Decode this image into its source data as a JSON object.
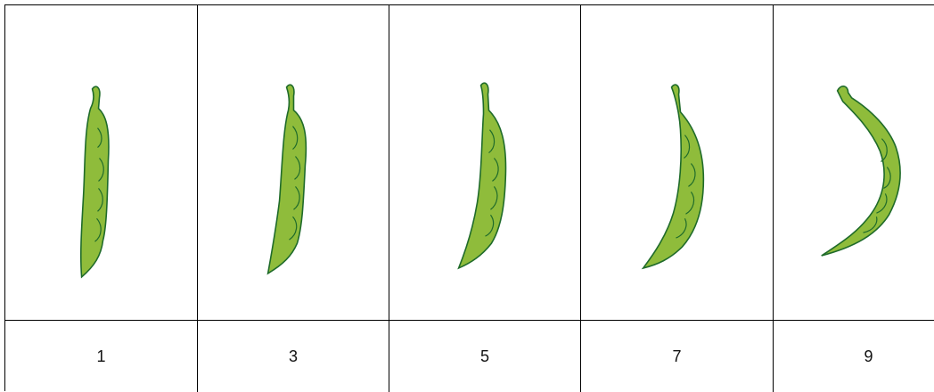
{
  "stages": [
    {
      "label": "1",
      "curvature": 0.0
    },
    {
      "label": "3",
      "curvature": 0.12
    },
    {
      "label": "5",
      "curvature": 0.3
    },
    {
      "label": "7",
      "curvature": 0.55
    },
    {
      "label": "9",
      "curvature": 1.0
    }
  ],
  "colors": {
    "pod_fill": "#8fbc3b",
    "pod_stroke": "#1f6b2a",
    "grid_line": "#000000"
  }
}
